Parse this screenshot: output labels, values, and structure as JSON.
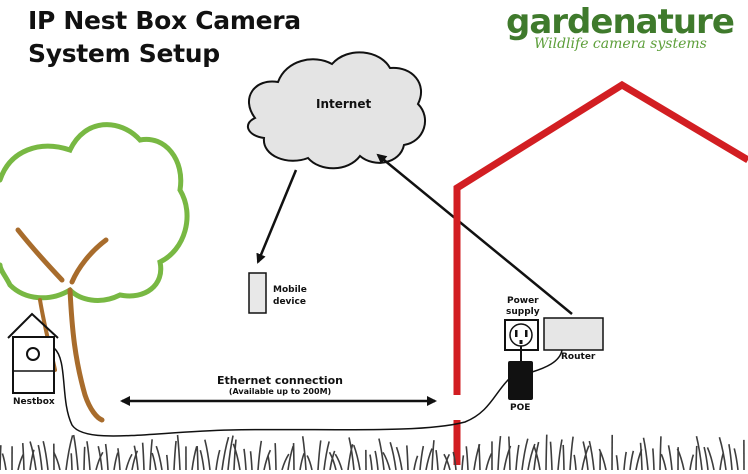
{
  "title": {
    "line1": "IP Nest Box Camera",
    "line2": "System Setup"
  },
  "brand": {
    "name": "gardenature",
    "tagline": "Wildlife camera systems"
  },
  "labels": {
    "internet": "Internet",
    "mobile_line1": "Mobile",
    "mobile_line2": "device",
    "power_line1": "Power",
    "power_line2": "supply",
    "router": "Router",
    "poe": "POE",
    "nestbox": "Nestbox",
    "ethernet": "Ethernet connection",
    "ethernet_note": "(Available up to 200M)"
  },
  "colors": {
    "house_outline": "#d21e22",
    "tree_canopy": "#78b843",
    "tree_trunk": "#a86c2c",
    "grass": "#3d3d3d",
    "cloud_fill": "#e4e4e4",
    "brand_green": "#3f7a2c",
    "poe_box": "#111111"
  }
}
